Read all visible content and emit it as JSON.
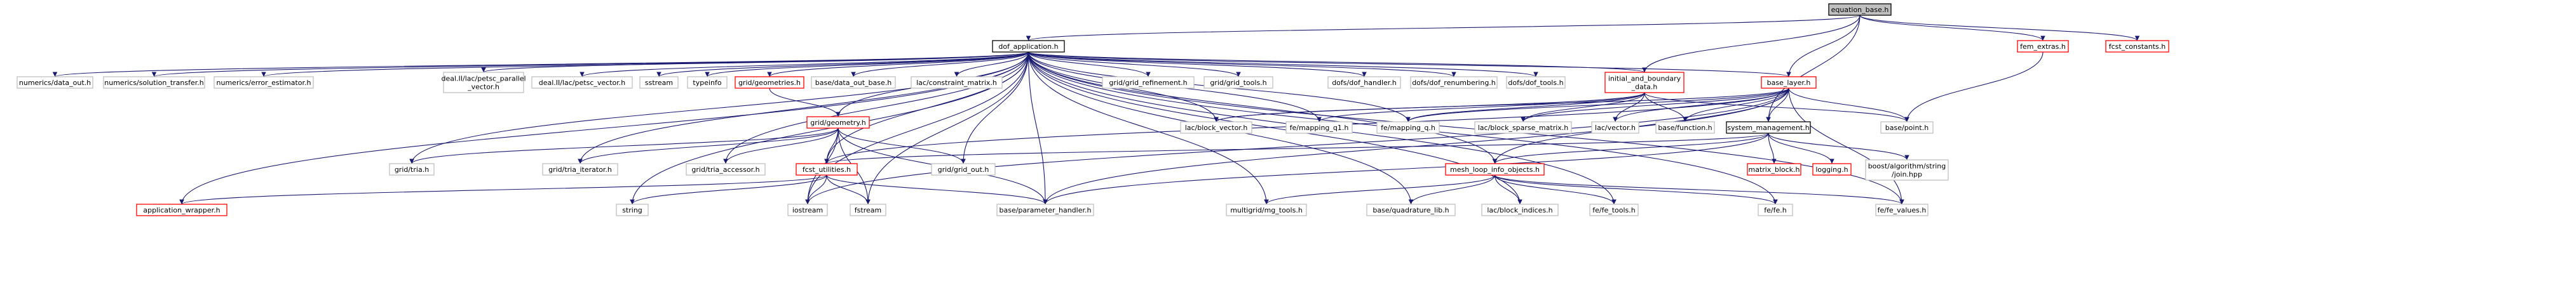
{
  "colors": {
    "background": "#ffffff",
    "edge": "#191970",
    "node_fill": "#ffffff",
    "node_border_default": "#bfbfbf",
    "node_border_documented": "#000000",
    "node_border_missing": "#ff0000",
    "root_fill": "#bfbfbf",
    "text": "#000000"
  },
  "diagram": {
    "nodes": [
      {
        "id": "equation_base",
        "label": "equation_base.h",
        "kind": "root"
      },
      {
        "id": "dof_application",
        "label": "dof_application.h",
        "kind": "documented"
      },
      {
        "id": "fem_extras",
        "label": "fem_extras.h",
        "kind": "missing"
      },
      {
        "id": "fcst_constants",
        "label": "fcst_constants.h",
        "kind": "missing"
      },
      {
        "id": "numerics_data_out",
        "label": "numerics/data_out.h",
        "kind": "default"
      },
      {
        "id": "numerics_solution_transfer",
        "label": "numerics/solution_transfer.h",
        "kind": "default"
      },
      {
        "id": "numerics_error_estimator",
        "label": "numerics/error_estimator.h",
        "kind": "default"
      },
      {
        "id": "petsc_parallel_vector",
        "label": [
          "deal.II/lac/petsc_parallel",
          "_vector.h"
        ],
        "kind": "default"
      },
      {
        "id": "petsc_vector",
        "label": "deal.II/lac/petsc_vector.h",
        "kind": "default"
      },
      {
        "id": "sstream",
        "label": "sstream",
        "kind": "default"
      },
      {
        "id": "typeinfo",
        "label": "typeinfo",
        "kind": "default"
      },
      {
        "id": "grid_geometries",
        "label": "grid/geometries.h",
        "kind": "missing"
      },
      {
        "id": "base_data_out_base",
        "label": "base/data_out_base.h",
        "kind": "default"
      },
      {
        "id": "lac_constraint_matrix",
        "label": "lac/constraint_matrix.h",
        "kind": "default"
      },
      {
        "id": "grid_refinement",
        "label": "grid/grid_refinement.h",
        "kind": "default"
      },
      {
        "id": "grid_tools",
        "label": "grid/grid_tools.h",
        "kind": "default"
      },
      {
        "id": "dofs_dof_handler",
        "label": "dofs/dof_handler.h",
        "kind": "default"
      },
      {
        "id": "dofs_dof_renumbering",
        "label": "dofs/dof_renumbering.h",
        "kind": "default"
      },
      {
        "id": "dofs_dof_tools",
        "label": "dofs/dof_tools.h",
        "kind": "default"
      },
      {
        "id": "initial_and_boundary_data",
        "label": [
          "initial_and_boundary",
          "_data.h"
        ],
        "kind": "missing"
      },
      {
        "id": "base_layer",
        "label": "base_layer.h",
        "kind": "missing"
      },
      {
        "id": "grid_geometry",
        "label": "grid/geometry.h",
        "kind": "missing"
      },
      {
        "id": "lac_block_vector",
        "label": "lac/block_vector.h",
        "kind": "default"
      },
      {
        "id": "fe_mapping_q1",
        "label": "fe/mapping_q1.h",
        "kind": "default"
      },
      {
        "id": "fe_mapping_q",
        "label": "fe/mapping_q.h",
        "kind": "default"
      },
      {
        "id": "lac_block_sparse_matrix",
        "label": "lac/block_sparse_matrix.h",
        "kind": "default"
      },
      {
        "id": "lac_vector",
        "label": "lac/vector.h",
        "kind": "default"
      },
      {
        "id": "base_function",
        "label": "base/function.h",
        "kind": "default"
      },
      {
        "id": "system_management",
        "label": "system_management.h",
        "kind": "documented"
      },
      {
        "id": "base_point",
        "label": "base/point.h",
        "kind": "default"
      },
      {
        "id": "grid_tria",
        "label": "grid/tria.h",
        "kind": "default"
      },
      {
        "id": "grid_tria_iterator",
        "label": "grid/tria_iterator.h",
        "kind": "default"
      },
      {
        "id": "grid_tria_accessor",
        "label": "grid/tria_accessor.h",
        "kind": "default"
      },
      {
        "id": "fcst_utilities",
        "label": "fcst_utilities.h",
        "kind": "missing"
      },
      {
        "id": "grid_grid_out",
        "label": "grid/grid_out.h",
        "kind": "default"
      },
      {
        "id": "mesh_loop_info_objects",
        "label": "mesh_loop_info_objects.h",
        "kind": "missing"
      },
      {
        "id": "matrix_block",
        "label": "matrix_block.h",
        "kind": "missing"
      },
      {
        "id": "logging",
        "label": "logging.h",
        "kind": "missing"
      },
      {
        "id": "boost_join",
        "label": [
          "boost/algorithm/string",
          "/join.hpp"
        ],
        "kind": "default"
      },
      {
        "id": "application_wrapper",
        "label": "application_wrapper.h",
        "kind": "missing"
      },
      {
        "id": "string",
        "label": "string",
        "kind": "default"
      },
      {
        "id": "iostream",
        "label": "iostream",
        "kind": "default"
      },
      {
        "id": "fstream",
        "label": "fstream",
        "kind": "default"
      },
      {
        "id": "base_parameter_handler",
        "label": "base/parameter_handler.h",
        "kind": "default"
      },
      {
        "id": "multigrid_mg_tools",
        "label": "multigrid/mg_tools.h",
        "kind": "default"
      },
      {
        "id": "base_quadrature_lib",
        "label": "base/quadrature_lib.h",
        "kind": "default"
      },
      {
        "id": "lac_block_indices",
        "label": "lac/block_indices.h",
        "kind": "default"
      },
      {
        "id": "fe_fe_tools",
        "label": "fe/fe_tools.h",
        "kind": "default"
      },
      {
        "id": "fe_fe",
        "label": "fe/fe.h",
        "kind": "default"
      },
      {
        "id": "fe_fe_values",
        "label": "fe/fe_values.h",
        "kind": "default"
      }
    ],
    "edges": [
      [
        "equation_base",
        "dof_application"
      ],
      [
        "equation_base",
        "fem_extras"
      ],
      [
        "equation_base",
        "fcst_constants"
      ],
      [
        "equation_base",
        "initial_and_boundary_data"
      ],
      [
        "equation_base",
        "base_layer"
      ],
      [
        "equation_base",
        "system_management"
      ],
      [
        "dof_application",
        "numerics_data_out"
      ],
      [
        "dof_application",
        "numerics_solution_transfer"
      ],
      [
        "dof_application",
        "numerics_error_estimator"
      ],
      [
        "dof_application",
        "petsc_parallel_vector"
      ],
      [
        "dof_application",
        "petsc_vector"
      ],
      [
        "dof_application",
        "sstream"
      ],
      [
        "dof_application",
        "typeinfo"
      ],
      [
        "dof_application",
        "grid_geometries"
      ],
      [
        "dof_application",
        "base_data_out_base"
      ],
      [
        "dof_application",
        "lac_constraint_matrix"
      ],
      [
        "dof_application",
        "grid_refinement"
      ],
      [
        "dof_application",
        "grid_tools"
      ],
      [
        "dof_application",
        "dofs_dof_handler"
      ],
      [
        "dof_application",
        "dofs_dof_renumbering"
      ],
      [
        "dof_application",
        "dofs_dof_tools"
      ],
      [
        "dof_application",
        "initial_and_boundary_data"
      ],
      [
        "dof_application",
        "base_layer"
      ],
      [
        "dof_application",
        "lac_block_vector"
      ],
      [
        "dof_application",
        "fe_mapping_q1"
      ],
      [
        "dof_application",
        "fe_mapping_q"
      ],
      [
        "dof_application",
        "grid_tria"
      ],
      [
        "dof_application",
        "grid_tria_iterator"
      ],
      [
        "dof_application",
        "grid_tria_accessor"
      ],
      [
        "dof_application",
        "fcst_utilities"
      ],
      [
        "dof_application",
        "grid_grid_out"
      ],
      [
        "dof_application",
        "mesh_loop_info_objects"
      ],
      [
        "dof_application",
        "application_wrapper"
      ],
      [
        "dof_application",
        "string"
      ],
      [
        "dof_application",
        "iostream"
      ],
      [
        "dof_application",
        "fstream"
      ],
      [
        "dof_application",
        "base_parameter_handler"
      ],
      [
        "dof_application",
        "multigrid_mg_tools"
      ],
      [
        "dof_application",
        "base_quadrature_lib"
      ],
      [
        "dof_application",
        "lac_block_indices"
      ],
      [
        "dof_application",
        "fe_fe_tools"
      ],
      [
        "dof_application",
        "fe_fe"
      ],
      [
        "dof_application",
        "fe_fe_values"
      ],
      [
        "dof_application",
        "grid_geometry"
      ],
      [
        "fem_extras",
        "base_point"
      ],
      [
        "grid_geometries",
        "grid_geometry"
      ],
      [
        "grid_geometry",
        "grid_tria"
      ],
      [
        "grid_geometry",
        "grid_tria_iterator"
      ],
      [
        "grid_geometry",
        "grid_tria_accessor"
      ],
      [
        "grid_geometry",
        "fcst_utilities"
      ],
      [
        "grid_geometry",
        "grid_grid_out"
      ],
      [
        "grid_geometry",
        "iostream"
      ],
      [
        "grid_geometry",
        "fstream"
      ],
      [
        "grid_geometry",
        "base_parameter_handler"
      ],
      [
        "initial_and_boundary_data",
        "lac_block_vector"
      ],
      [
        "initial_and_boundary_data",
        "fe_mapping_q1"
      ],
      [
        "initial_and_boundary_data",
        "fe_mapping_q"
      ],
      [
        "initial_and_boundary_data",
        "lac_block_sparse_matrix"
      ],
      [
        "initial_and_boundary_data",
        "lac_vector"
      ],
      [
        "initial_and_boundary_data",
        "base_function"
      ],
      [
        "initial_and_boundary_data",
        "base_point"
      ],
      [
        "base_layer",
        "lac_block_vector"
      ],
      [
        "base_layer",
        "fe_mapping_q"
      ],
      [
        "base_layer",
        "lac_block_sparse_matrix"
      ],
      [
        "base_layer",
        "lac_vector"
      ],
      [
        "base_layer",
        "base_function"
      ],
      [
        "base_layer",
        "system_management"
      ],
      [
        "base_layer",
        "base_point"
      ],
      [
        "base_layer",
        "fcst_utilities"
      ],
      [
        "base_layer",
        "mesh_loop_info_objects"
      ],
      [
        "base_layer",
        "iostream"
      ],
      [
        "base_layer",
        "base_parameter_handler"
      ],
      [
        "base_layer",
        "fe_fe_values"
      ],
      [
        "system_management",
        "matrix_block"
      ],
      [
        "system_management",
        "logging"
      ],
      [
        "system_management",
        "boost_join"
      ],
      [
        "system_management",
        "fcst_utilities"
      ],
      [
        "system_management",
        "mesh_loop_info_objects"
      ],
      [
        "system_management",
        "base_parameter_handler"
      ],
      [
        "fcst_utilities",
        "application_wrapper"
      ],
      [
        "fcst_utilities",
        "string"
      ],
      [
        "fcst_utilities",
        "iostream"
      ],
      [
        "fcst_utilities",
        "fstream"
      ],
      [
        "fcst_utilities",
        "base_parameter_handler"
      ],
      [
        "mesh_loop_info_objects",
        "multigrid_mg_tools"
      ],
      [
        "mesh_loop_info_objects",
        "base_quadrature_lib"
      ],
      [
        "mesh_loop_info_objects",
        "lac_block_indices"
      ],
      [
        "mesh_loop_info_objects",
        "fe_fe_tools"
      ],
      [
        "mesh_loop_info_objects",
        "fe_fe"
      ],
      [
        "mesh_loop_info_objects",
        "fe_fe_values"
      ]
    ]
  }
}
